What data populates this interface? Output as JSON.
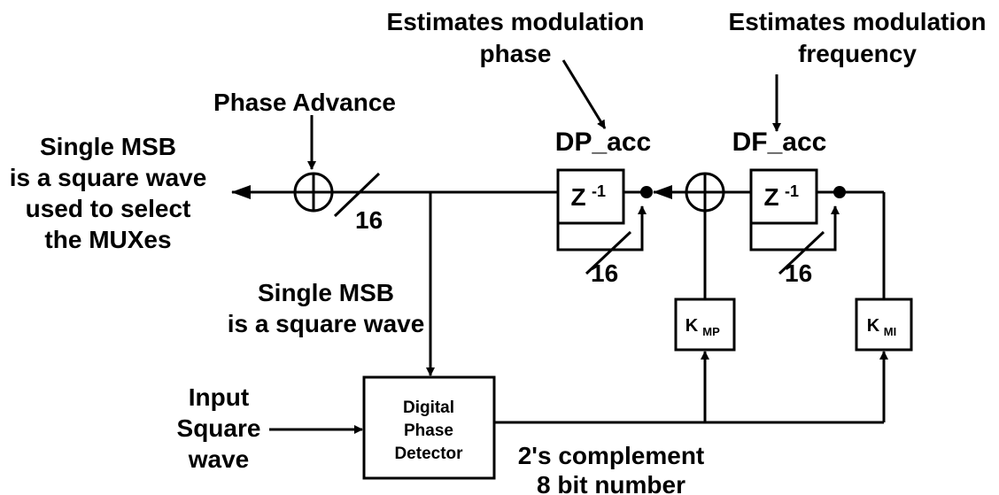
{
  "labels": {
    "phase_note_line1": "Estimates modulation",
    "phase_note_line2": "phase",
    "freq_note_line1": "Estimates modulation",
    "freq_note_line2": "frequency",
    "phase_advance": "Phase Advance",
    "output_note_line1": "Single MSB",
    "output_note_line2": "is a square wave",
    "output_note_line3": "used to select",
    "output_note_line4": "the MUXes",
    "feedback_note_line1": "Single MSB",
    "feedback_note_line2": "is a square wave",
    "input_line1": "Input",
    "input_line2": "Square",
    "input_line3": "wave",
    "error_note_line1": "2's complement",
    "error_note_line2": "8 bit number",
    "dp_acc": "DP_acc",
    "df_acc": "DF_acc",
    "bus_width_main": "16",
    "bus_width_dp": "16",
    "bus_width_df": "16"
  },
  "blocks": {
    "dp_delay": {
      "label": "Z",
      "sup": "-1"
    },
    "df_delay": {
      "label": "Z",
      "sup": "-1"
    },
    "kmp": {
      "label": "K",
      "sub": "MP"
    },
    "kmi": {
      "label": "K",
      "sub": "MI"
    },
    "detector_line1": "Digital",
    "detector_line2": "Phase",
    "detector_line3": "Detector"
  }
}
